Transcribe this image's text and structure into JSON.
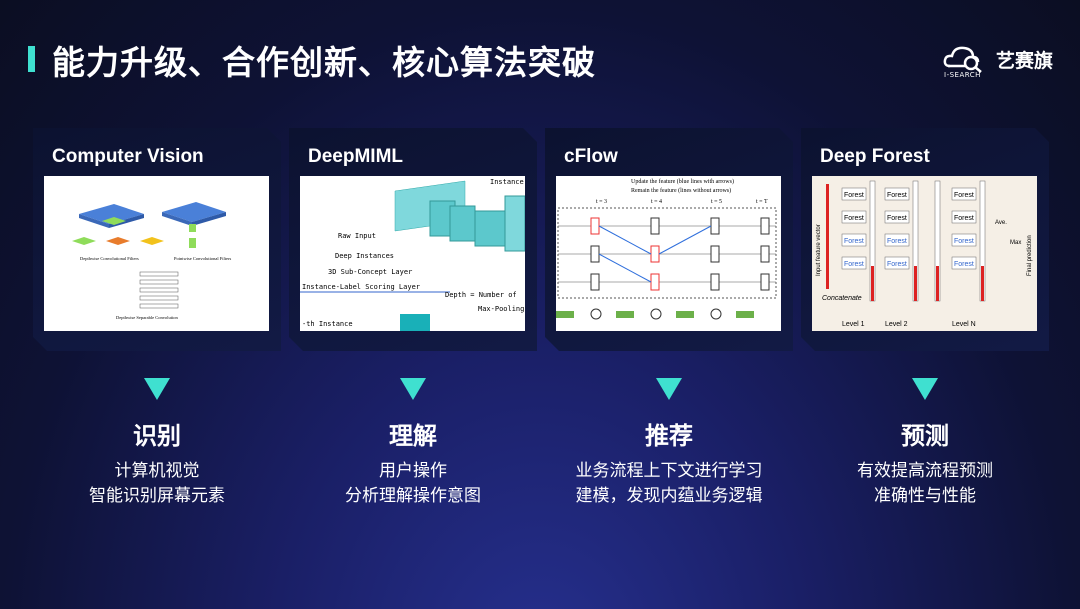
{
  "title": "能力升级、合作创新、核心算法突破",
  "logo": {
    "brand": "艺赛旗",
    "sub": "I-SEARCH"
  },
  "cards": [
    {
      "heading": "Computer Vision",
      "label": "识别",
      "desc": [
        "计算机视觉",
        "智能识别屏幕元素"
      ]
    },
    {
      "heading": "DeepMIML",
      "label": "理解",
      "desc": [
        "用户操作",
        "分析理解操作意图"
      ]
    },
    {
      "heading": "cFlow",
      "label": "推荐",
      "desc": [
        "业务流程上下文进行学习",
        "建模，发现内蕴业务逻辑"
      ]
    },
    {
      "heading": "Deep Forest",
      "label": "预测",
      "desc": [
        "有效提高流程预测",
        "准确性与性能"
      ]
    }
  ],
  "figures": {
    "cv": {
      "left": "Depthwise Convolutional Filters",
      "right": "Pointwise Convolutional Filters",
      "bottom": "Depthwise Separable Convolution"
    },
    "miml": [
      "Instance",
      "Raw Input",
      "Deep Instances",
      "3D Sub-Concept Layer",
      "Instance-Label Scoring Layer",
      "Depth = Number of",
      "Max-Pooling",
      "-th Instance"
    ],
    "cflow": {
      "t": [
        "t = 3",
        "t = 4",
        "t = 5",
        "t = T"
      ],
      "legend": [
        "Update the feature (blue lines with arrows)",
        "Remain the feature (lines without arrows)"
      ]
    },
    "forest": {
      "forest": "Forest",
      "input": "Input feature vector",
      "concat": "Concatenate",
      "levels": [
        "Level 1",
        "Level 2",
        "Level N"
      ],
      "ave": "Ave.",
      "max": "Max",
      "final": "Final prediction"
    }
  }
}
